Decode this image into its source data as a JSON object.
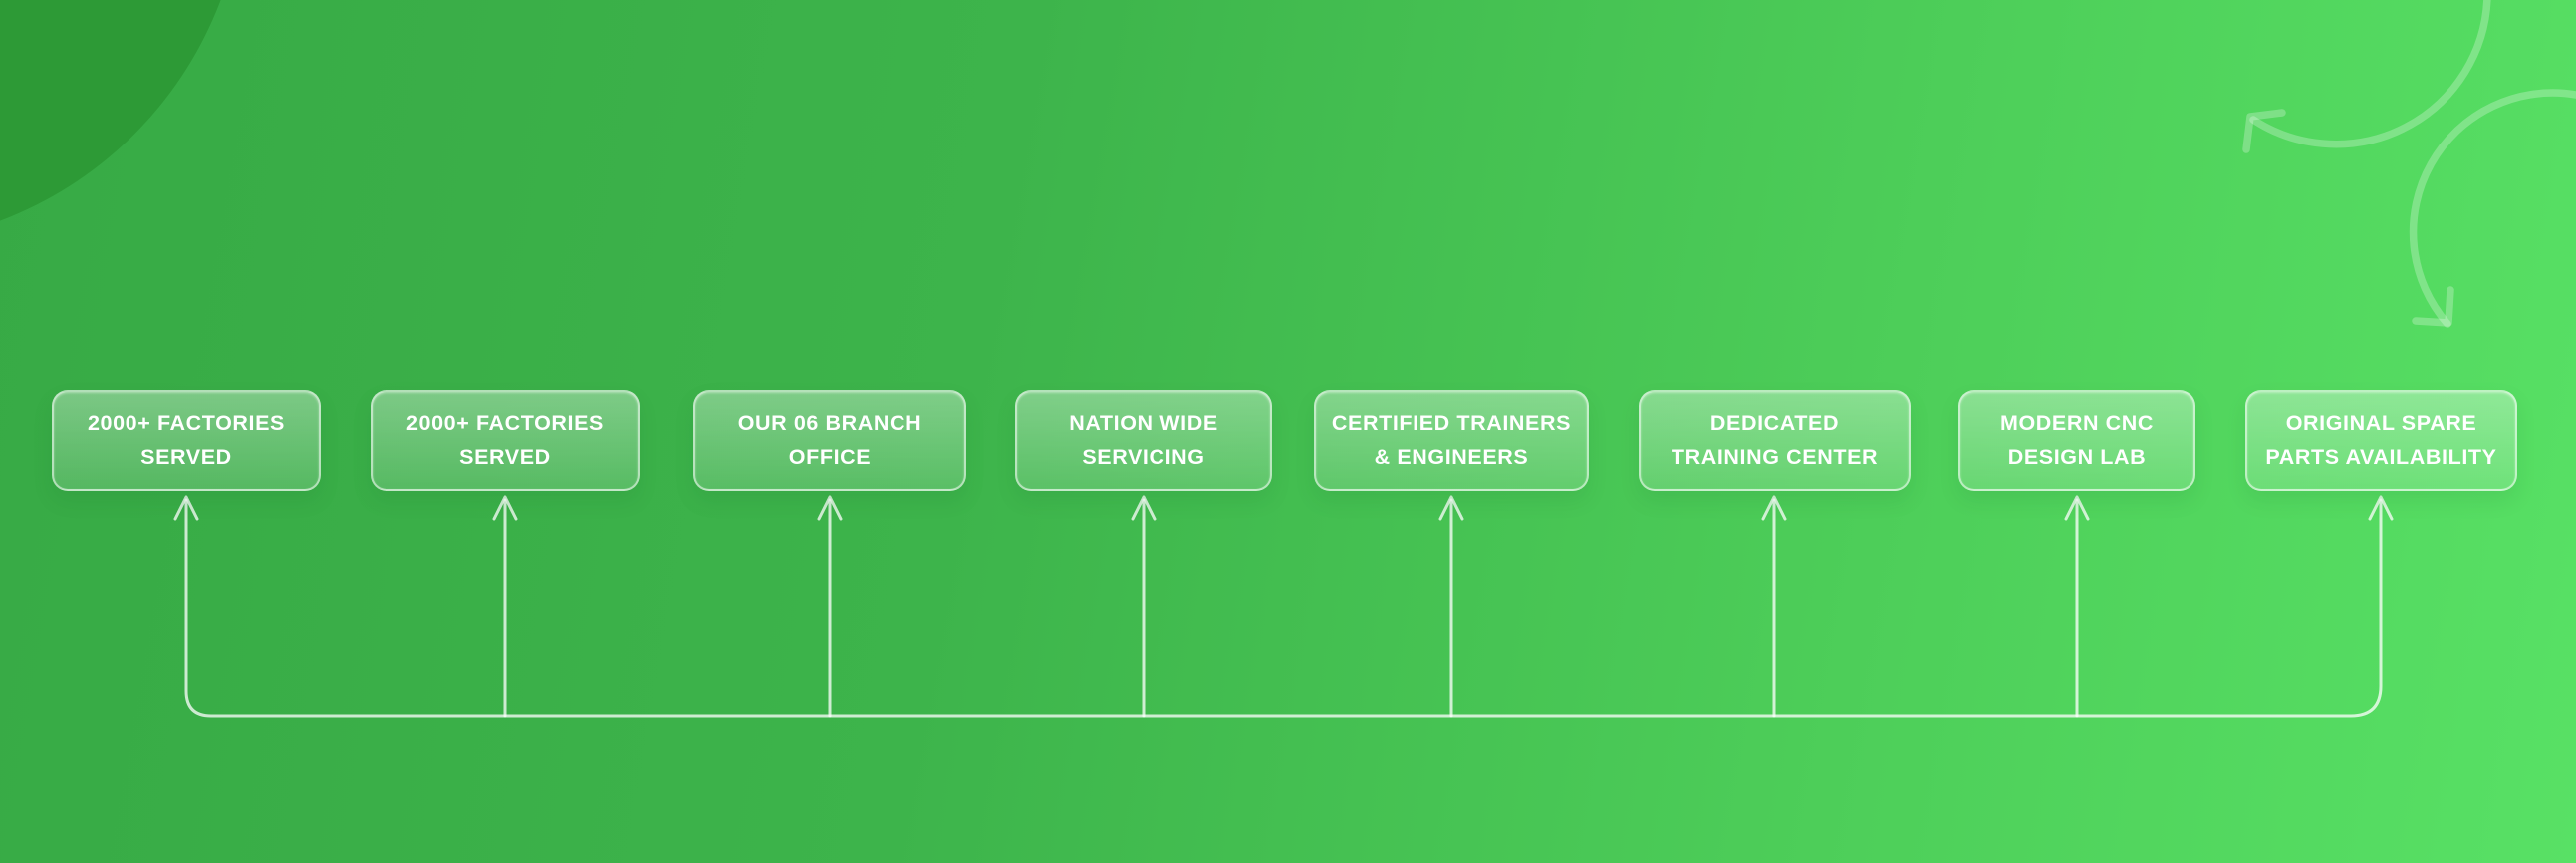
{
  "colors": {
    "bg_left": "#37aa45",
    "bg_right": "#58e165",
    "corner_circle": "#2d9a36",
    "card_text": "#ffffff"
  },
  "cards": [
    {
      "line1": "2000+ FACTORIES",
      "line2": "SERVED"
    },
    {
      "line1": "2000+ FACTORIES",
      "line2": "SERVED"
    },
    {
      "line1": "OUR 06 BRANCH",
      "line2": "OFFICE"
    },
    {
      "line1": "NATION WIDE",
      "line2": "SERVICING"
    },
    {
      "line1": "CERTIFIED TRAINERS",
      "line2": "& ENGINEERS"
    },
    {
      "line1": "DEDICATED",
      "line2": "TRAINING CENTER"
    },
    {
      "line1": "MODERN CNC",
      "line2": "DESIGN LAB"
    },
    {
      "line1": "ORIGINAL SPARE",
      "line2": "PARTS AVAILABILITY"
    }
  ]
}
